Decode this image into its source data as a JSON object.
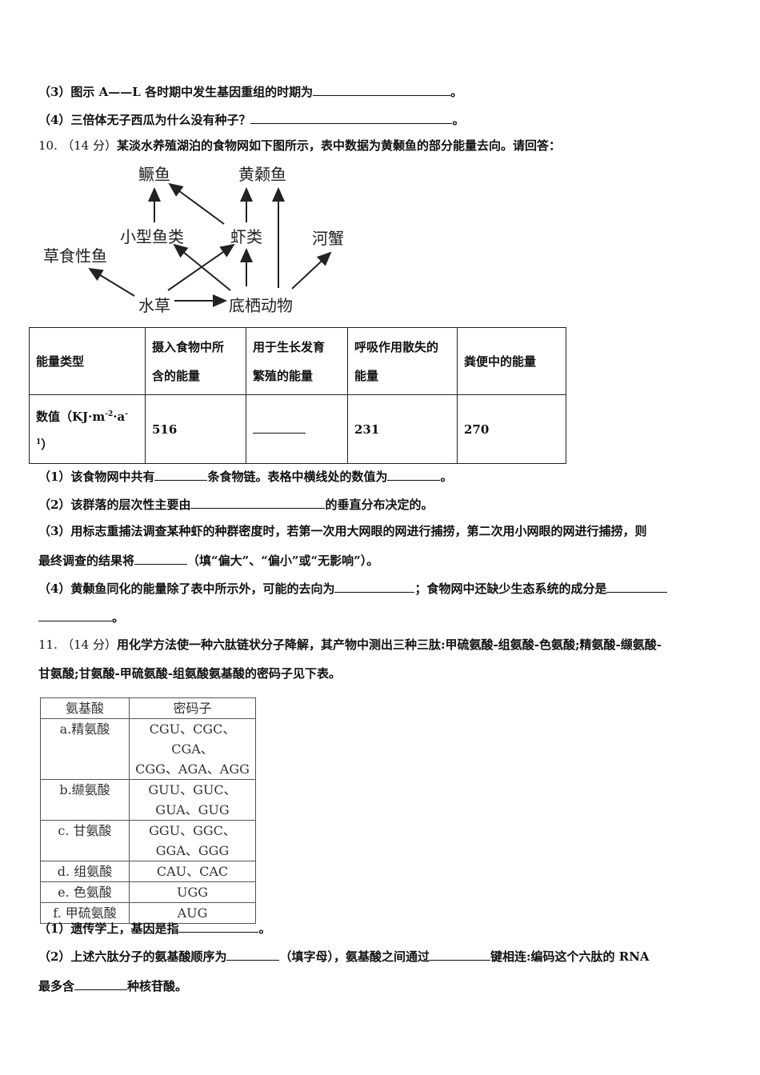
{
  "q9": {
    "part3_text": "（3）图示 A——L 各时期中发生基因重组的时期为",
    "part3_end": "。",
    "part4_text": "（4）三倍体无子西瓜为什么没有种子？",
    "part4_end": "。"
  },
  "q10": {
    "number": "10.",
    "score": "（14 分）",
    "stem": "某淡水养殖湖泊的食物网如下图所示，表中数据为黄颡鱼的部分能量去向。请回答：",
    "web": {
      "n1": "鳜鱼",
      "n2": "黄颡鱼",
      "n3": "小型鱼类",
      "n4": "虾类",
      "n5": "河蟹",
      "n6": "草食性鱼",
      "n7": "水草",
      "n8": "底栖动物"
    },
    "table": {
      "h1": "能量类型",
      "h2a": "摄入食物中所",
      "h2b": "含的能量",
      "h3a": "用于生长发育",
      "h3b": "繁殖的能量",
      "h4a": "呼吸作用散失的",
      "h4b": "能量",
      "h5": "粪便中的能量",
      "r1a": "数值（KJ·m",
      "r1sup1": "-2",
      "r1mid": "·a",
      "r1sup2": "-",
      "r1sup3": "1",
      "r1end": "）",
      "v1": "516",
      "v3": "231",
      "v4": "270"
    },
    "p1a": "（1）该食物网中共有",
    "p1b": "条食物链。表格中横线处的数值为",
    "p1c": "。",
    "p2a": "（2）该群落的层次性主要由",
    "p2b": "的垂直分布决定的。",
    "p3a": "（3）用标志重捕法调查某种虾的种群密度时，若第一次用大网眼的网进行捕捞，第二次用小网眼的网进行捕捞，则",
    "p3b": "最终调查的结果将",
    "p3c": "（填“偏大”、“偏小”或“无影响”）。",
    "p4a": "（4）黄颡鱼同化的能量除了表中所示外，可能的去向为",
    "p4b": "；食物网中还缺少生态系统的成分是",
    "p4c": "。"
  },
  "q11": {
    "number": "11.",
    "score": "（14 分）",
    "stem1": "用化学方法使一种六肽链状分子降解，其产物中测出三种三肽:甲硫氨酸-组氨酸-色氨酸;精氨酸-缬氨酸-",
    "stem2": "甘氨酸;甘氨酸-甲硫氨酸-组氨酸氨基酸的密码子见下表。",
    "codon_table": {
      "header": [
        "氨基酸",
        "密码子"
      ],
      "rows": [
        {
          "aa": "a.精氨酸",
          "codons1": "CGU、CGC、CGA、",
          "codons2": "CGG、AGA、AGG"
        },
        {
          "aa": "b.缬氨酸",
          "codons1": "GUU、GUC、",
          "codons2": "GUA、GUG"
        },
        {
          "aa": "c. 甘氨酸",
          "codons1": "GGU、GGC、",
          "codons2": "GGA、GGG"
        },
        {
          "aa": "d. 组氨酸",
          "codons1": "CAU、CAC",
          "codons2": ""
        },
        {
          "aa": "e. 色氨酸",
          "codons1": "UGG",
          "codons2": ""
        },
        {
          "aa": "f. 甲硫氨酸",
          "codons1": "AUG",
          "codons2": ""
        }
      ]
    },
    "p1a": "（1）遗传学上，基因是指",
    "p1b": "。",
    "p2a": "（2）上述六肽分子的氨基酸顺序为",
    "p2b": "（填字母），氨基酸之间通过",
    "p2c": "键相连:编码这个六肽的 RNA",
    "p2d": "最多含",
    "p2e": "种核苷酸。"
  }
}
